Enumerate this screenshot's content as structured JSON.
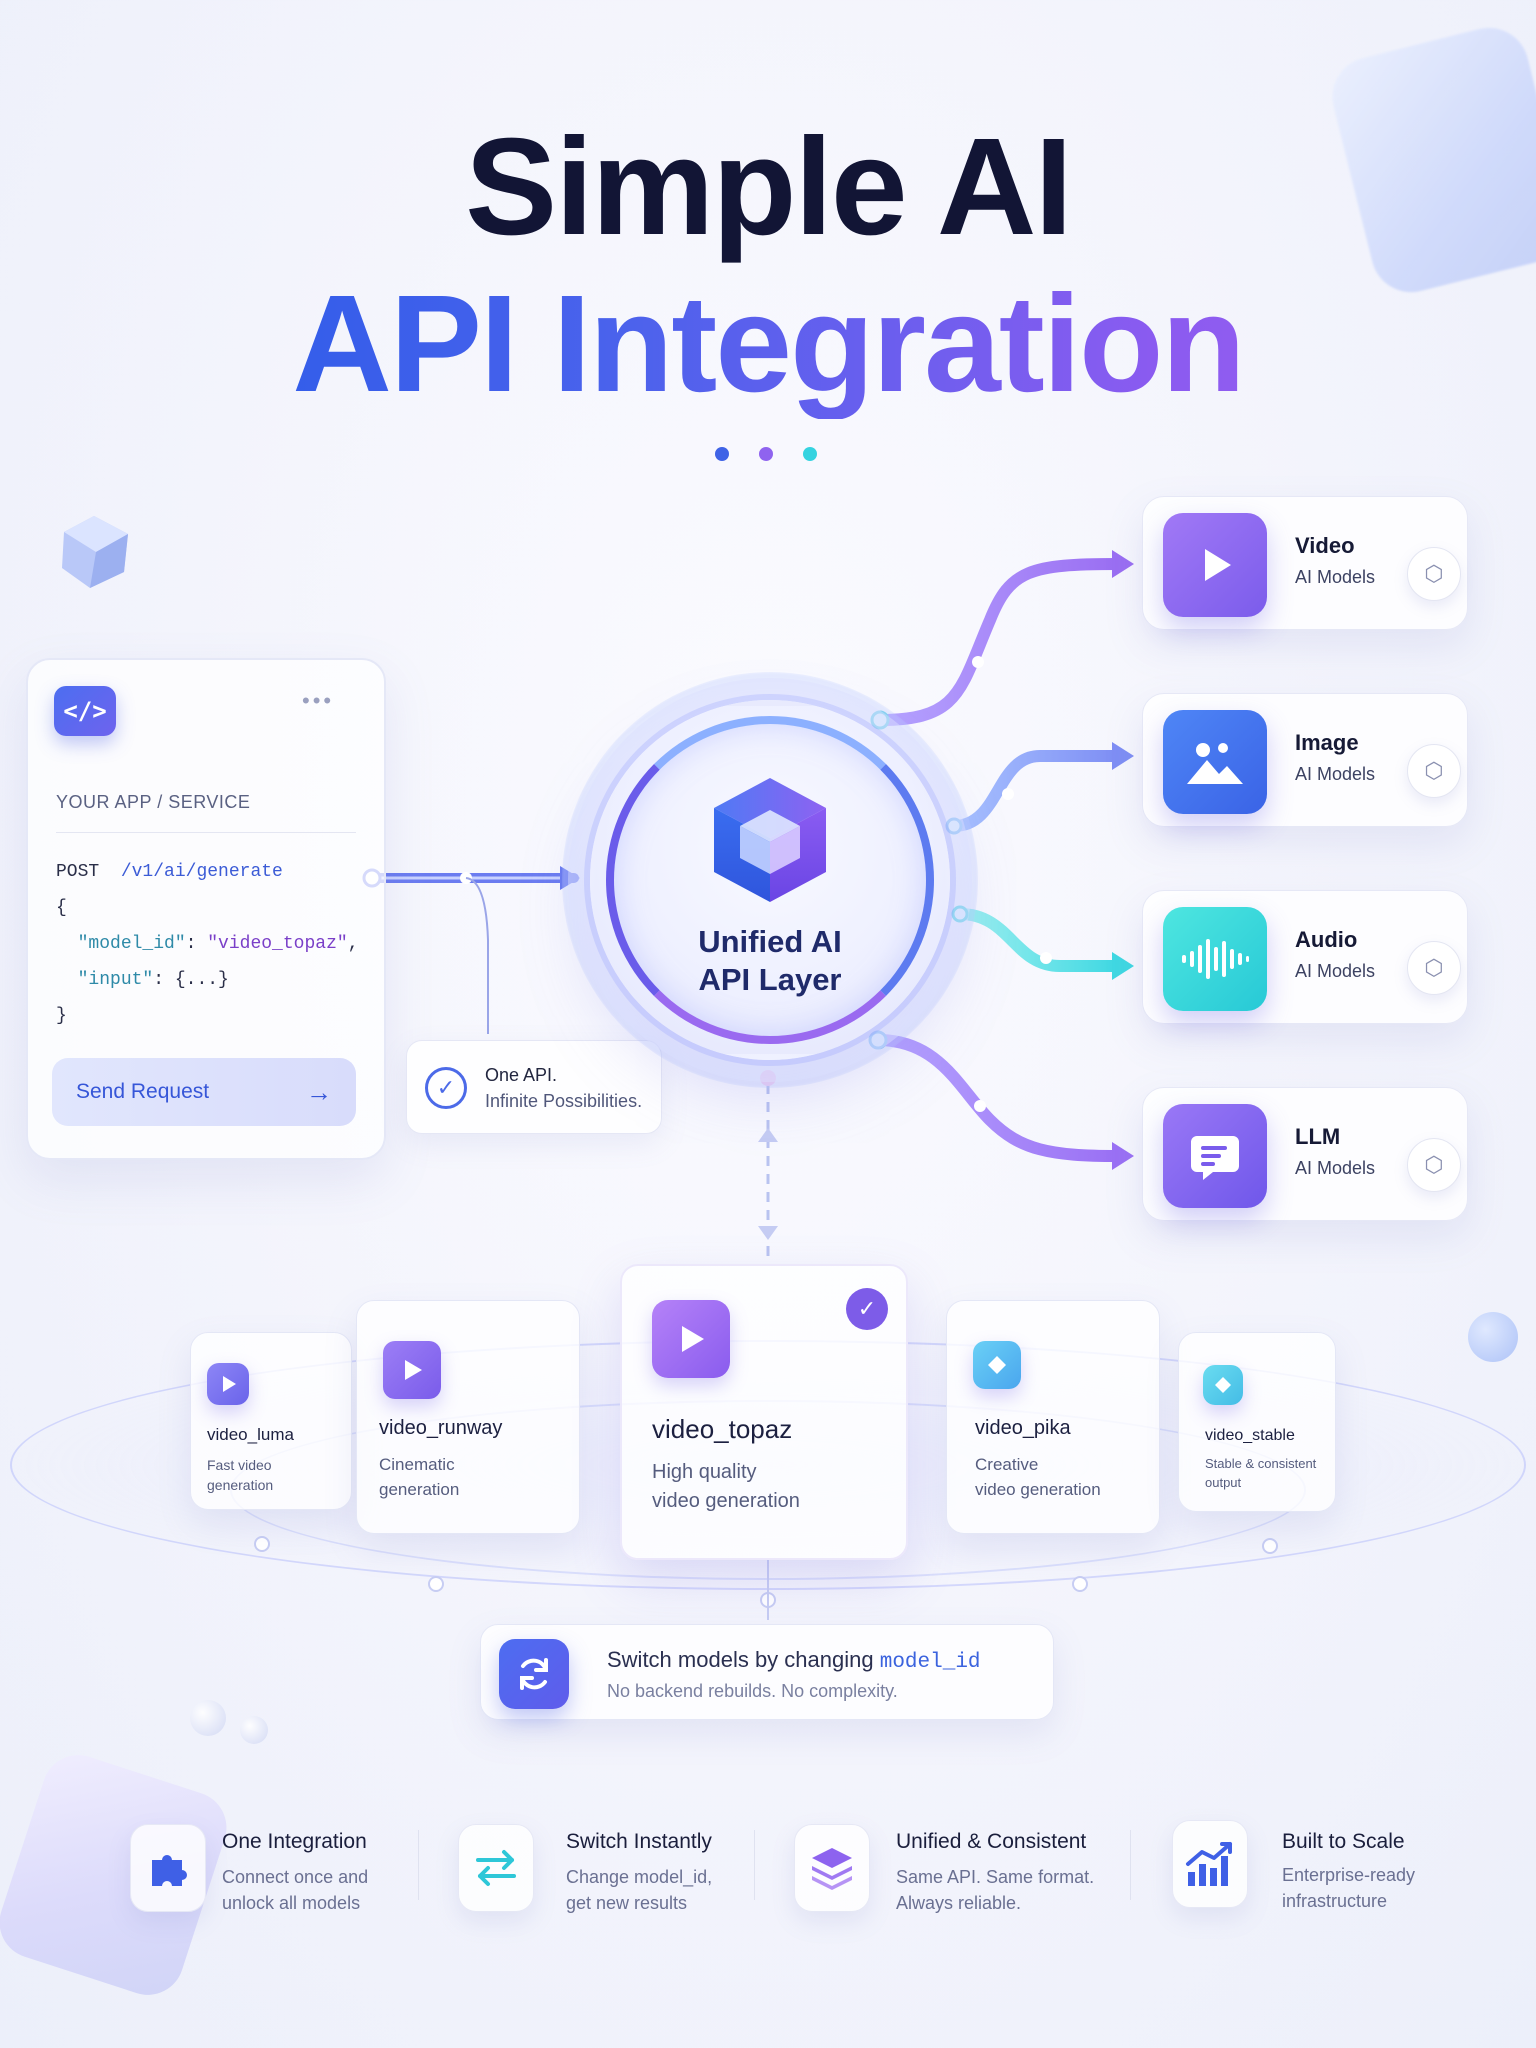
{
  "title": {
    "line1": "Simple AI",
    "line2": "API Integration"
  },
  "accent_dots": [
    "#3f63e6",
    "#8f63ef",
    "#35d3e0"
  ],
  "app_card": {
    "label": "YOUR APP / SERVICE",
    "method": "POST",
    "path": "/v1/ai/generate",
    "brace_open": "{",
    "key_model": "\"model_id\"",
    "val_model": "\"video_topaz\"",
    "key_input": "\"input\"",
    "val_input": "{...}",
    "brace_close": "}",
    "send_label": "Send Request"
  },
  "one_api": {
    "line1": "One API.",
    "line2": "Infinite Possibilities."
  },
  "hub": {
    "line1": "Unified AI",
    "line2": "API Layer"
  },
  "models": [
    {
      "name": "Video",
      "sub": "AI Models",
      "icon": "play-icon"
    },
    {
      "name": "Image",
      "sub": "AI Models",
      "icon": "image-icon"
    },
    {
      "name": "Audio",
      "sub": "AI Models",
      "icon": "waveform-icon"
    },
    {
      "name": "LLM",
      "sub": "AI Models",
      "icon": "chat-icon"
    }
  ],
  "video_models": [
    {
      "id": "video_luma",
      "desc1": "Fast video",
      "desc2": "generation"
    },
    {
      "id": "video_runway",
      "desc1": "Cinematic",
      "desc2": "generation"
    },
    {
      "id": "video_topaz",
      "desc1": "High quality",
      "desc2": "video generation",
      "selected": true
    },
    {
      "id": "video_pika",
      "desc1": "Creative",
      "desc2": "video generation"
    },
    {
      "id": "video_stable",
      "desc1": "Stable & consistent",
      "desc2": "output"
    }
  ],
  "switch_banner": {
    "prefix": "Switch models by changing",
    "code": "model_id",
    "sub": "No backend rebuilds. No complexity."
  },
  "features": [
    {
      "title": "One Integration",
      "d1": "Connect once and",
      "d2": "unlock all models",
      "icon": "puzzle-icon"
    },
    {
      "title": "Switch Instantly",
      "d1": "Change model_id,",
      "d2": "get new results",
      "icon": "swap-arrows-icon"
    },
    {
      "title": "Unified & Consistent",
      "d1": "Same API. Same format.",
      "d2": "Always reliable.",
      "icon": "layers-icon"
    },
    {
      "title": "Built to Scale",
      "d1": "Enterprise-ready",
      "d2": "infrastructure",
      "icon": "growth-chart-icon"
    }
  ]
}
